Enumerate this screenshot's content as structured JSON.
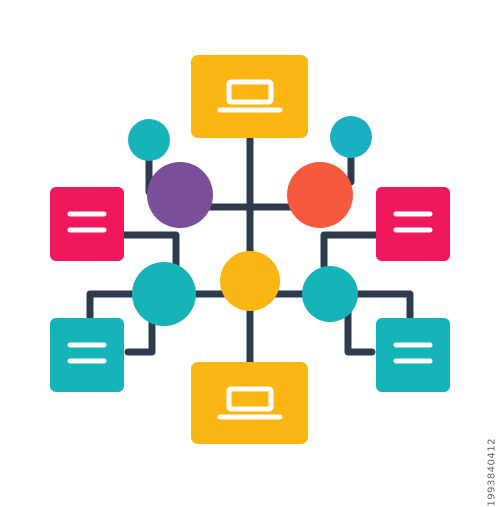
{
  "diagram": {
    "type": "network-flowchart-icon",
    "colors": {
      "connector": "#2e3b4e",
      "yellow": "#fbb614",
      "teal": "#16b3b8",
      "pink": "#f0185d",
      "purple": "#7a4f9a",
      "orange": "#f55a3c",
      "cyan": "#1ab0c4",
      "icon_white": "#ffffff"
    },
    "nodes": [
      {
        "id": "laptop-top",
        "shape": "rounded-rect",
        "color": "yellow",
        "icon": "laptop-icon"
      },
      {
        "id": "laptop-bottom",
        "shape": "rounded-rect",
        "color": "yellow",
        "icon": "laptop-icon"
      },
      {
        "id": "doc-pink-left",
        "shape": "rounded-rect",
        "color": "pink",
        "icon": "lines-icon"
      },
      {
        "id": "doc-pink-right",
        "shape": "rounded-rect",
        "color": "pink",
        "icon": "lines-icon"
      },
      {
        "id": "doc-teal-left",
        "shape": "rounded-rect",
        "color": "teal",
        "icon": "lines-icon"
      },
      {
        "id": "doc-teal-right",
        "shape": "rounded-rect",
        "color": "teal",
        "icon": "lines-icon"
      },
      {
        "id": "hub-center",
        "shape": "circle",
        "color": "yellow"
      },
      {
        "id": "circle-left",
        "shape": "circle",
        "color": "teal"
      },
      {
        "id": "circle-right",
        "shape": "circle",
        "color": "teal"
      },
      {
        "id": "circle-purple",
        "shape": "circle",
        "color": "purple"
      },
      {
        "id": "circle-orange",
        "shape": "circle",
        "color": "orange"
      },
      {
        "id": "circle-small-left",
        "shape": "circle",
        "color": "teal"
      },
      {
        "id": "circle-small-right",
        "shape": "circle",
        "color": "teal"
      }
    ]
  },
  "watermark": {
    "id_text": "1993840412"
  }
}
